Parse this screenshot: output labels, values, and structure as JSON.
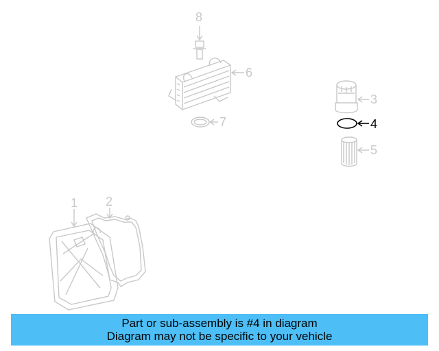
{
  "diagram": {
    "callouts": [
      {
        "id": "1",
        "label": "1",
        "highlighted": false
      },
      {
        "id": "2",
        "label": "2",
        "highlighted": false
      },
      {
        "id": "3",
        "label": "3",
        "highlighted": false
      },
      {
        "id": "4",
        "label": "4",
        "highlighted": true
      },
      {
        "id": "5",
        "label": "5",
        "highlighted": false
      },
      {
        "id": "6",
        "label": "6",
        "highlighted": false
      },
      {
        "id": "7",
        "label": "7",
        "highlighted": false
      },
      {
        "id": "8",
        "label": "8",
        "highlighted": false
      }
    ],
    "line_color": "#c8c8c8",
    "highlight_color": "#000000"
  },
  "banner": {
    "line1": "Part or sub-assembly is #4 in diagram",
    "line2": "Diagram may not be specific to your vehicle",
    "background": "#4dbef6"
  }
}
